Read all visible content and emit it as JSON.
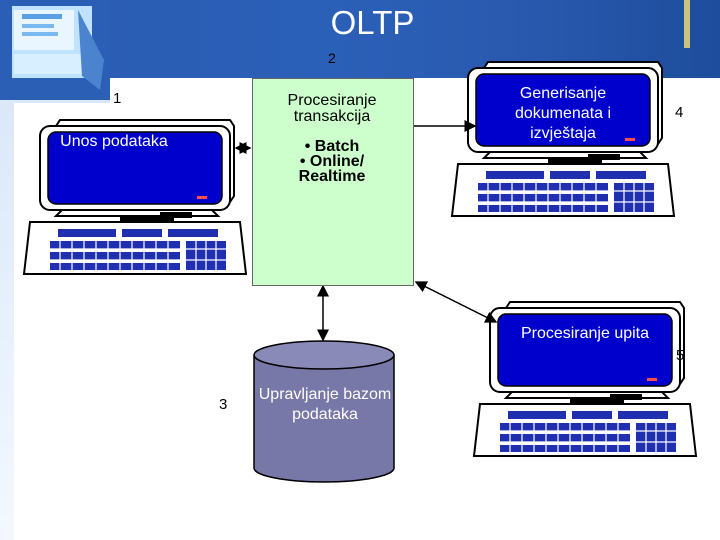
{
  "title": "OLTP",
  "numbers": {
    "n1": "1",
    "n2": "2",
    "n3": "3",
    "n4": "4",
    "n5": "5"
  },
  "computers": {
    "input": {
      "label": "Unos podataka"
    },
    "docs": {
      "label": "Generisanje dokumenata i izvještaja"
    },
    "query": {
      "label": "Procesiranje upita"
    }
  },
  "transaction": {
    "title": "Procesiranje transakcija",
    "bullets": [
      "• Batch",
      "• Online/",
      "Realtime"
    ]
  },
  "database": {
    "label": "Upravljanje bazom podataka"
  },
  "colors": {
    "header": "#2a5bb0",
    "screen": "#0000cc",
    "transaction_box": "#ccffcc",
    "database": "#7777a8",
    "computer_body": "#ffffff",
    "keyboard_keys": "#1f2fb0"
  }
}
